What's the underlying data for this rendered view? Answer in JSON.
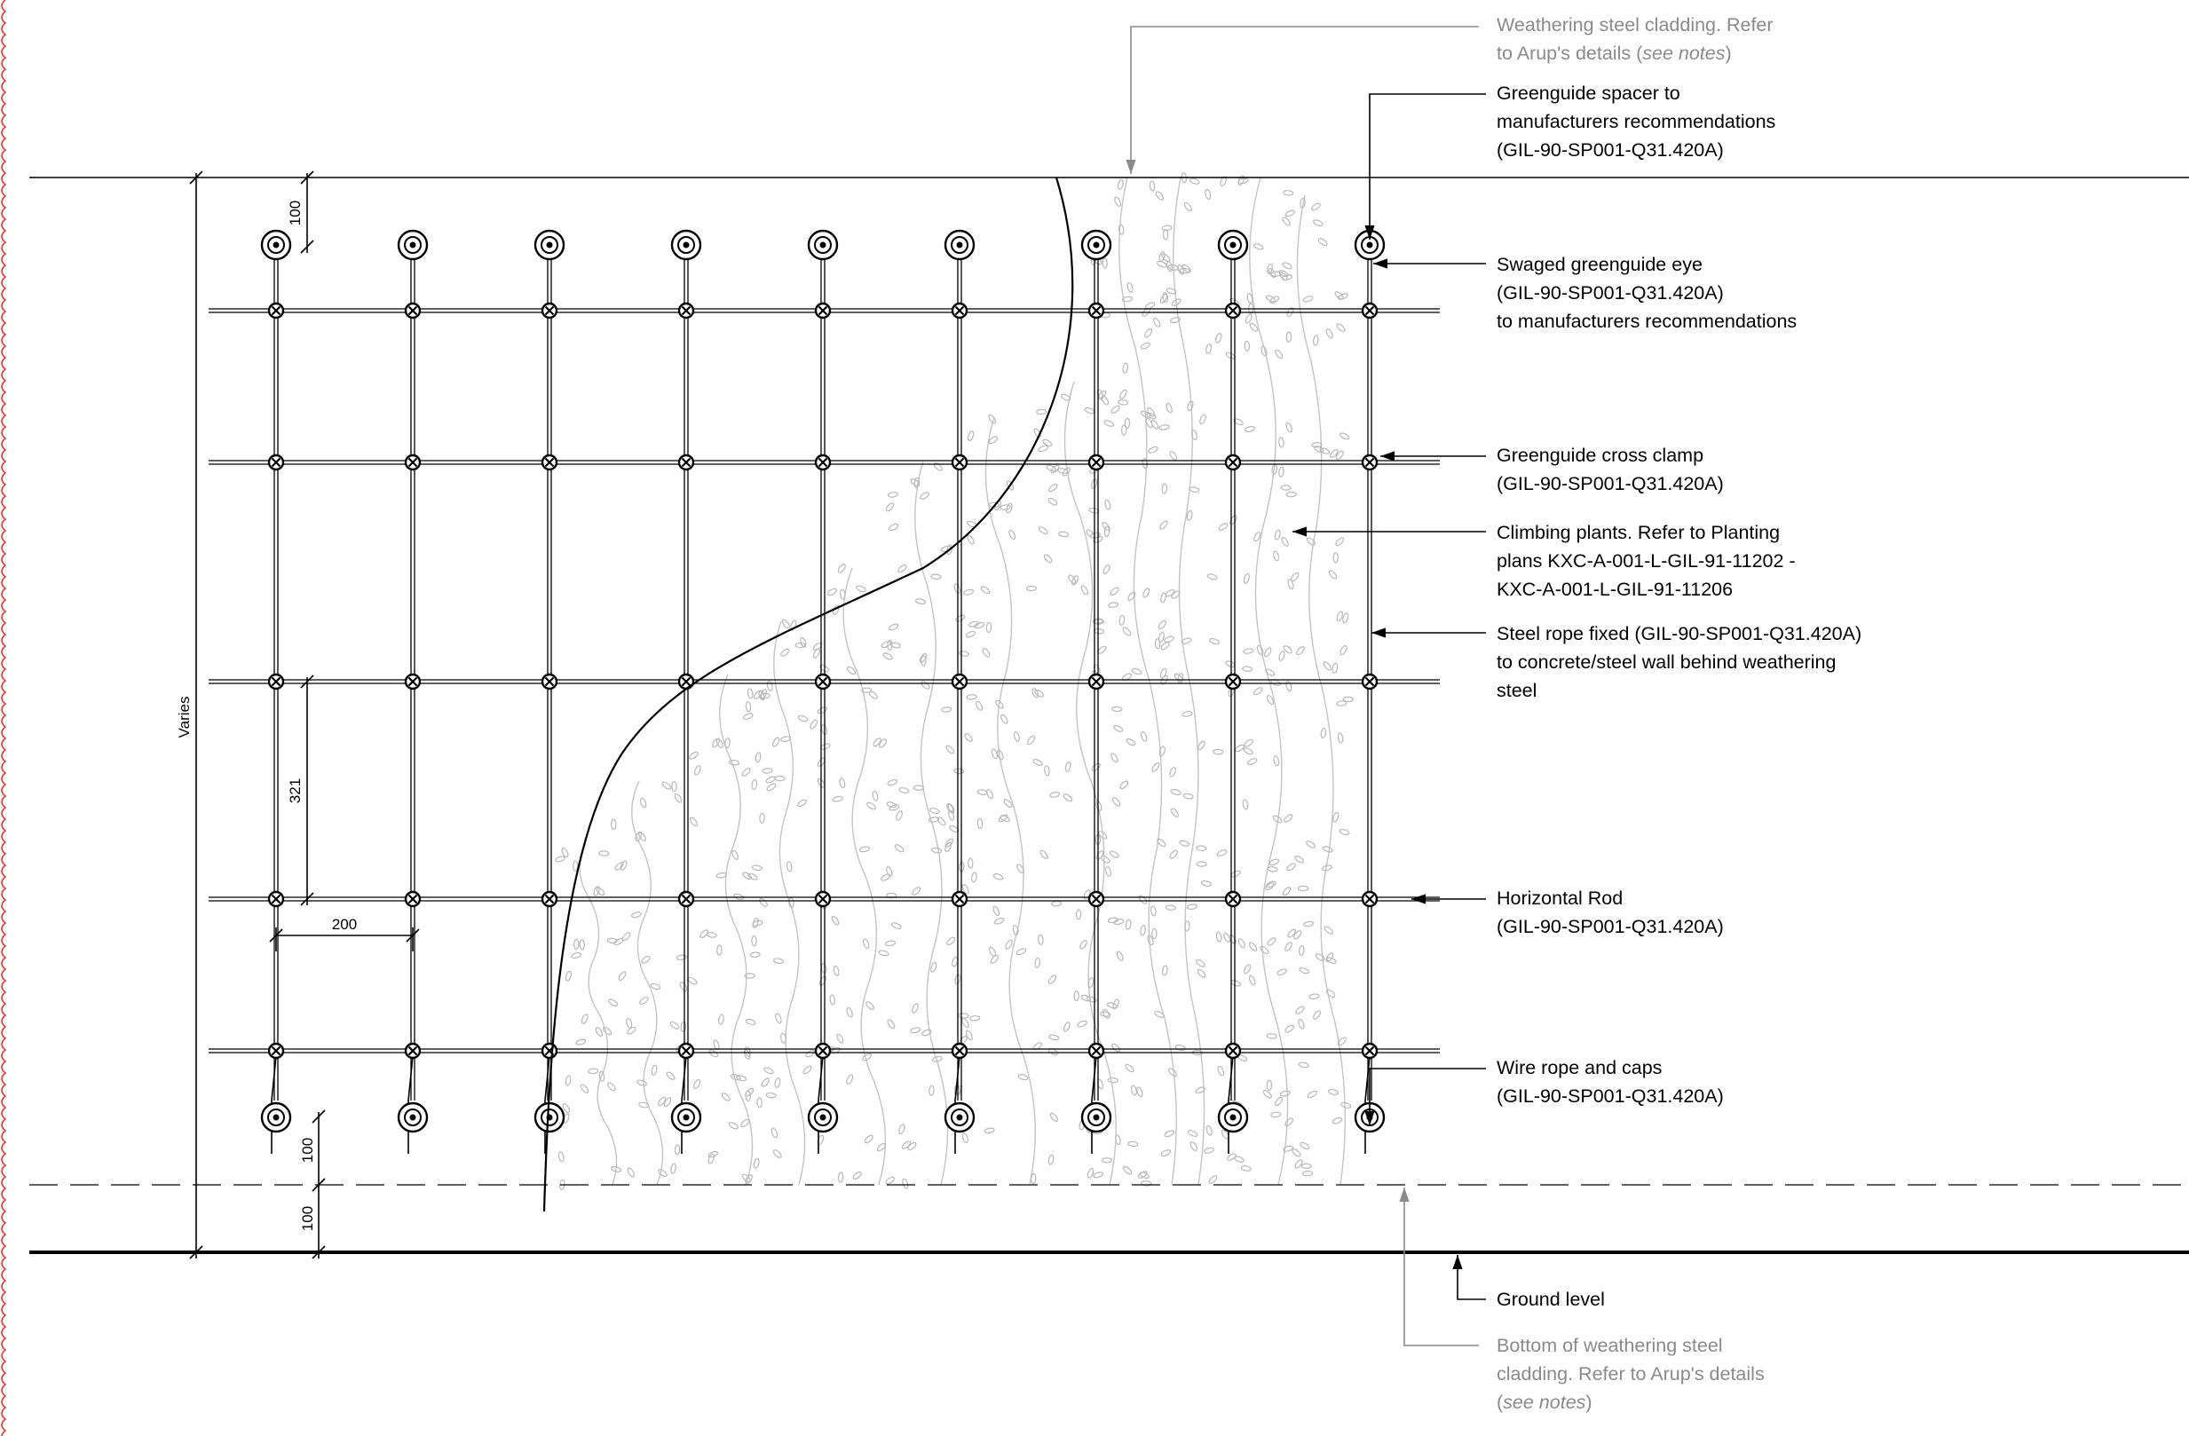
{
  "colors": {
    "line": "#000000",
    "grey": "#8a8a8a",
    "plant": "#b8b8b8",
    "revision_cloud": "#e8322c",
    "background": "#ffffff"
  },
  "dimensions": {
    "top_eye_offset": "100",
    "rod_spacing_vertical": "321",
    "cable_spacing_horizontal": "200",
    "bottom_eye_offset": "100",
    "base_offset": "100",
    "overall_height": "Varies"
  },
  "annotations": {
    "weathering_top": {
      "l1": "Weathering steel cladding.  Refer",
      "l2a": "to Arup's details (",
      "l2em": "see notes",
      "l2b": ")"
    },
    "spacer": {
      "l1": "Greenguide spacer to",
      "l2": "manufacturers recommendations",
      "l3": "(GIL-90-SP001-Q31.420A)"
    },
    "swaged_eye": {
      "l1": "Swaged greenguide eye",
      "l2": "(GIL-90-SP001-Q31.420A)",
      "l3": "to manufacturers recommendations"
    },
    "cross_clamp": {
      "l1": "Greenguide cross clamp",
      "l2": "(GIL-90-SP001-Q31.420A)"
    },
    "climbing_plants": {
      "l1": "Climbing plants.  Refer to Planting",
      "l2": "plans KXC-A-001-L-GIL-91-11202 -",
      "l3": "KXC-A-001-L-GIL-91-11206"
    },
    "steel_rope": {
      "l1": "Steel rope fixed (GIL-90-SP001-Q31.420A)",
      "l2": "to concrete/steel wall behind weathering",
      "l3": "steel"
    },
    "horizontal_rod": {
      "l1": "Horizontal Rod",
      "l2": "(GIL-90-SP001-Q31.420A)"
    },
    "wire_rope": {
      "l1": "Wire rope and caps",
      "l2": "(GIL-90-SP001-Q31.420A)"
    },
    "ground": {
      "l1": "Ground level"
    },
    "weathering_bottom": {
      "l1": "Bottom of weathering steel",
      "l2": "cladding.  Refer to Arup's details",
      "l3a": "(",
      "l3em": "see notes",
      "l3b": ")"
    }
  }
}
